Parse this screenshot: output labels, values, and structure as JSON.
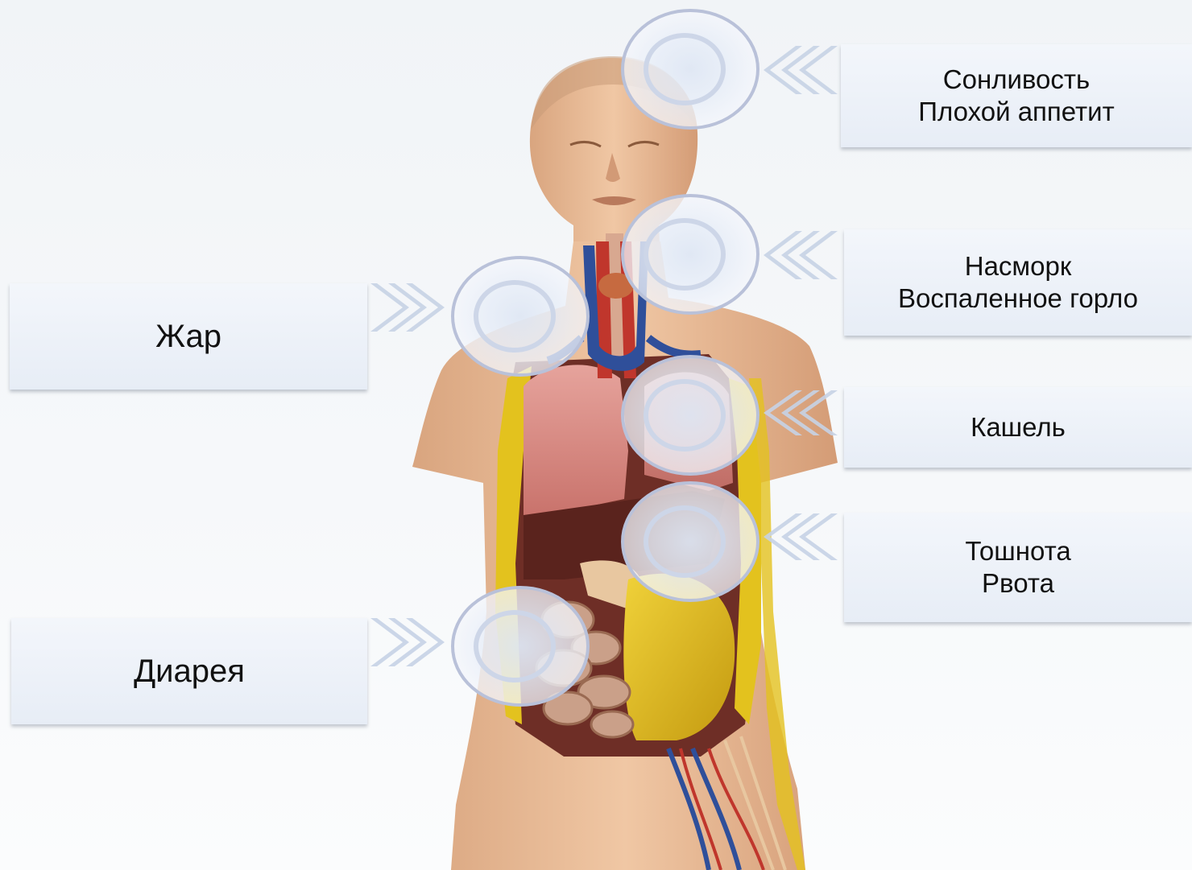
{
  "symptoms": {
    "sleepiness": {
      "line1": "Сонливость",
      "line2": "Плохой аппетит"
    },
    "runny_nose": {
      "line1": "Насморк",
      "line2": "Воспаленное горло"
    },
    "cough": {
      "line1": "Кашель"
    },
    "nausea": {
      "line1": "Тошнота",
      "line2": "Рвота"
    },
    "fever": {
      "line1": "Жар"
    },
    "diarrhea": {
      "line1": "Диарея"
    }
  },
  "colors": {
    "box_fill": "#e9eef6",
    "chevron": "#c7d3e6",
    "marker_ring": "#b9c1d9",
    "skin": "#e6b893",
    "lung": "#d98a86",
    "artery": "#c0362c",
    "vein": "#2f4f9a",
    "fat": "#e3c21e"
  },
  "icons": [
    "chevron-left-icon",
    "chevron-right-icon",
    "marker-circle"
  ]
}
